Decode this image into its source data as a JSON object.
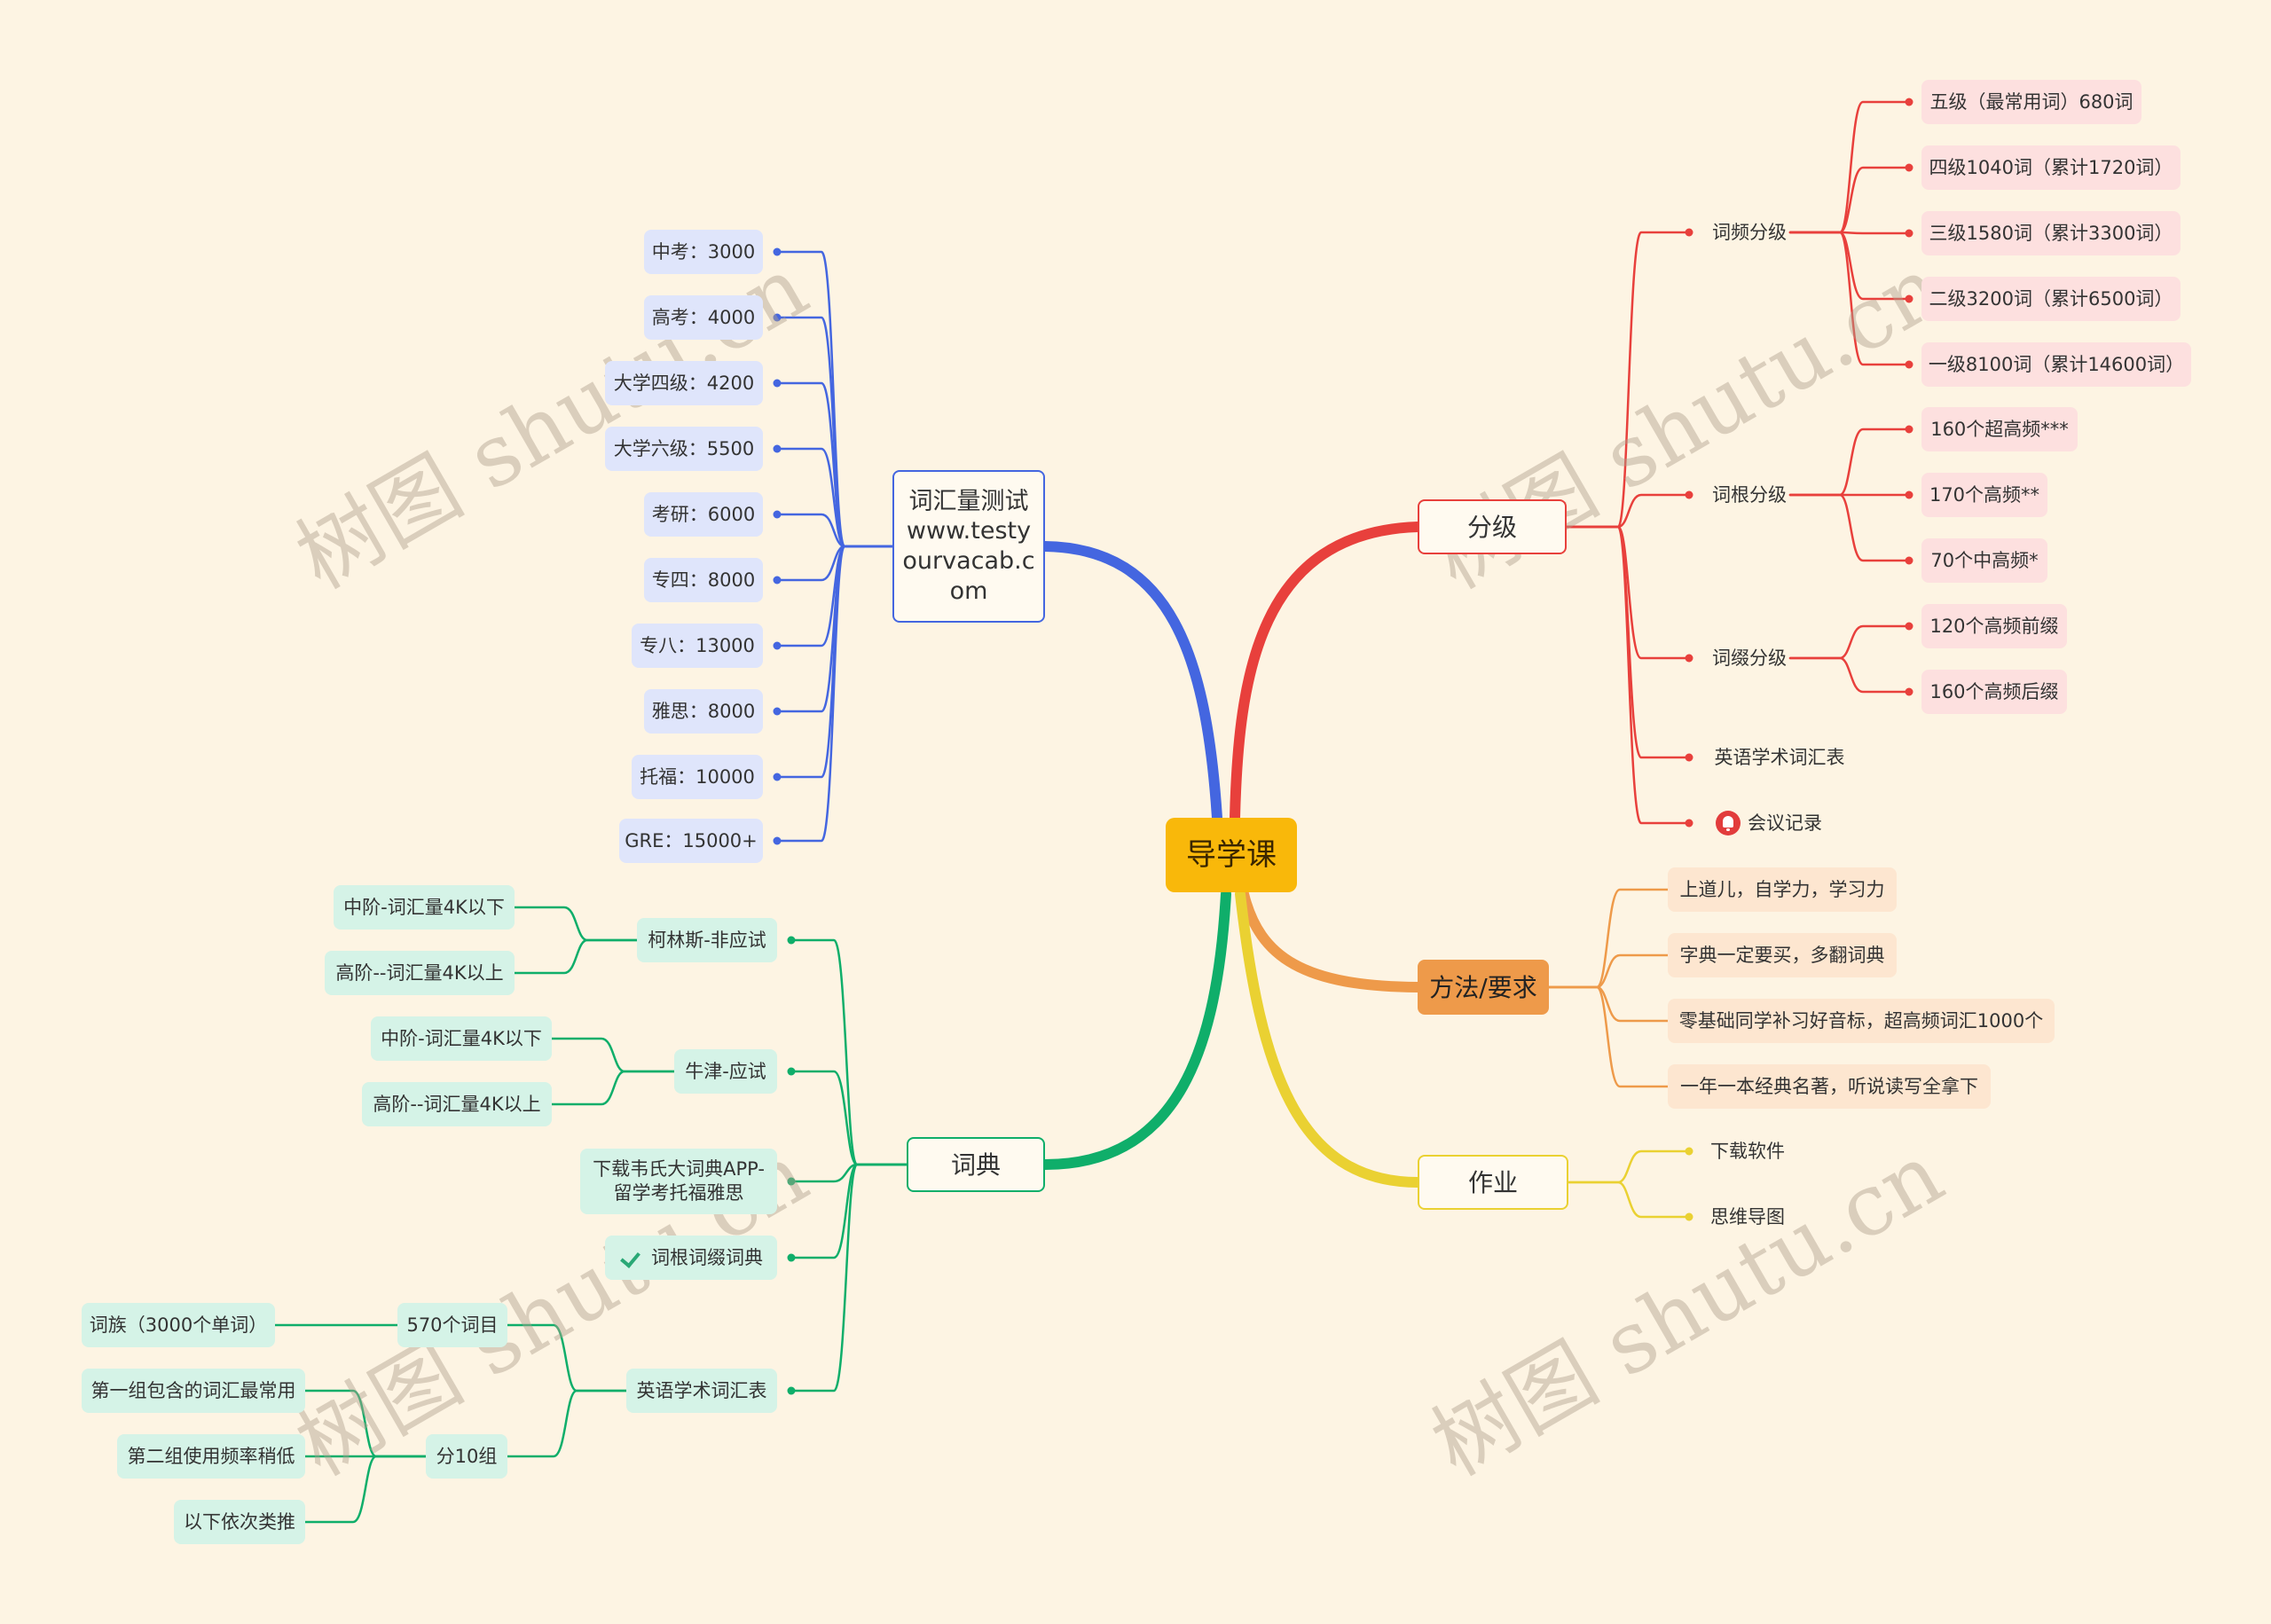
{
  "colors": {
    "background": "#fdf4e3",
    "branch_fenji": "#e8403c",
    "branch_vocab": "#4466e0",
    "branch_dict": "#0fae6a",
    "branch_method": "#ee9a4a",
    "branch_homework": "#ead132",
    "root_fill": "#f9b80a"
  },
  "watermark": "树图 shutu.cn",
  "root": {
    "label": "导学课"
  },
  "branches": [
    {
      "id": "fenji",
      "label": "分级",
      "children": [
        {
          "label": "词频分级",
          "children": [
            "五级（最常用词）680词",
            "四级1040词（累计1720词）",
            "三级1580词（累计3300词）",
            "二级3200词（累计6500词）",
            "一级8100词（累计14600词）"
          ]
        },
        {
          "label": "词根分级",
          "children": [
            "160个超高频***",
            "170个高频**",
            "70个中高频*"
          ]
        },
        {
          "label": "词缀分级",
          "children": [
            "120个高频前缀",
            "160个高频后缀"
          ]
        },
        {
          "label": "英语学术词汇表",
          "children": []
        },
        {
          "label": "会议记录",
          "icon": "bell-icon",
          "children": []
        }
      ]
    },
    {
      "id": "method",
      "label": "方法/要求",
      "children": [
        {
          "label": "上道儿，自学力，学习力"
        },
        {
          "label": "字典一定要买，多翻词典"
        },
        {
          "label": "零基础同学补习好音标，超高频词汇1000个"
        },
        {
          "label": "一年一本经典名著，听说读写全拿下"
        }
      ]
    },
    {
      "id": "homework",
      "label": "作业",
      "children": [
        {
          "label": "下载软件"
        },
        {
          "label": "思维导图"
        }
      ]
    },
    {
      "id": "vocab",
      "label": "词汇量测试www.testyourvacab.com",
      "children": [
        "中考：3000",
        "高考：4000",
        "大学四级：4200",
        "大学六级：5500",
        "考研：6000",
        "专四：8000",
        "专八：13000",
        "雅思：8000",
        "托福：10000",
        "GRE：15000+"
      ]
    },
    {
      "id": "dict",
      "label": "词典",
      "children": [
        {
          "label": "柯林斯-非应试",
          "children": [
            "中阶-词汇量4K以下",
            "高阶--词汇量4K以上"
          ]
        },
        {
          "label": "牛津-应试",
          "children": [
            "中阶-词汇量4K以下",
            "高阶--词汇量4K以上"
          ]
        },
        {
          "label": "下载韦氏大词典APP-留学考托福雅思",
          "children": []
        },
        {
          "label": "词根词缀词典",
          "icon": "check-icon",
          "children": []
        },
        {
          "label": "英语学术词汇表",
          "children": [
            {
              "label": "570个词目",
              "children": [
                "词族（3000个单词）"
              ]
            },
            {
              "label": "分10组",
              "children": [
                "第一组包含的词汇最常用",
                "第二组使用频率稍低",
                "以下依次类推"
              ]
            }
          ]
        }
      ]
    }
  ]
}
